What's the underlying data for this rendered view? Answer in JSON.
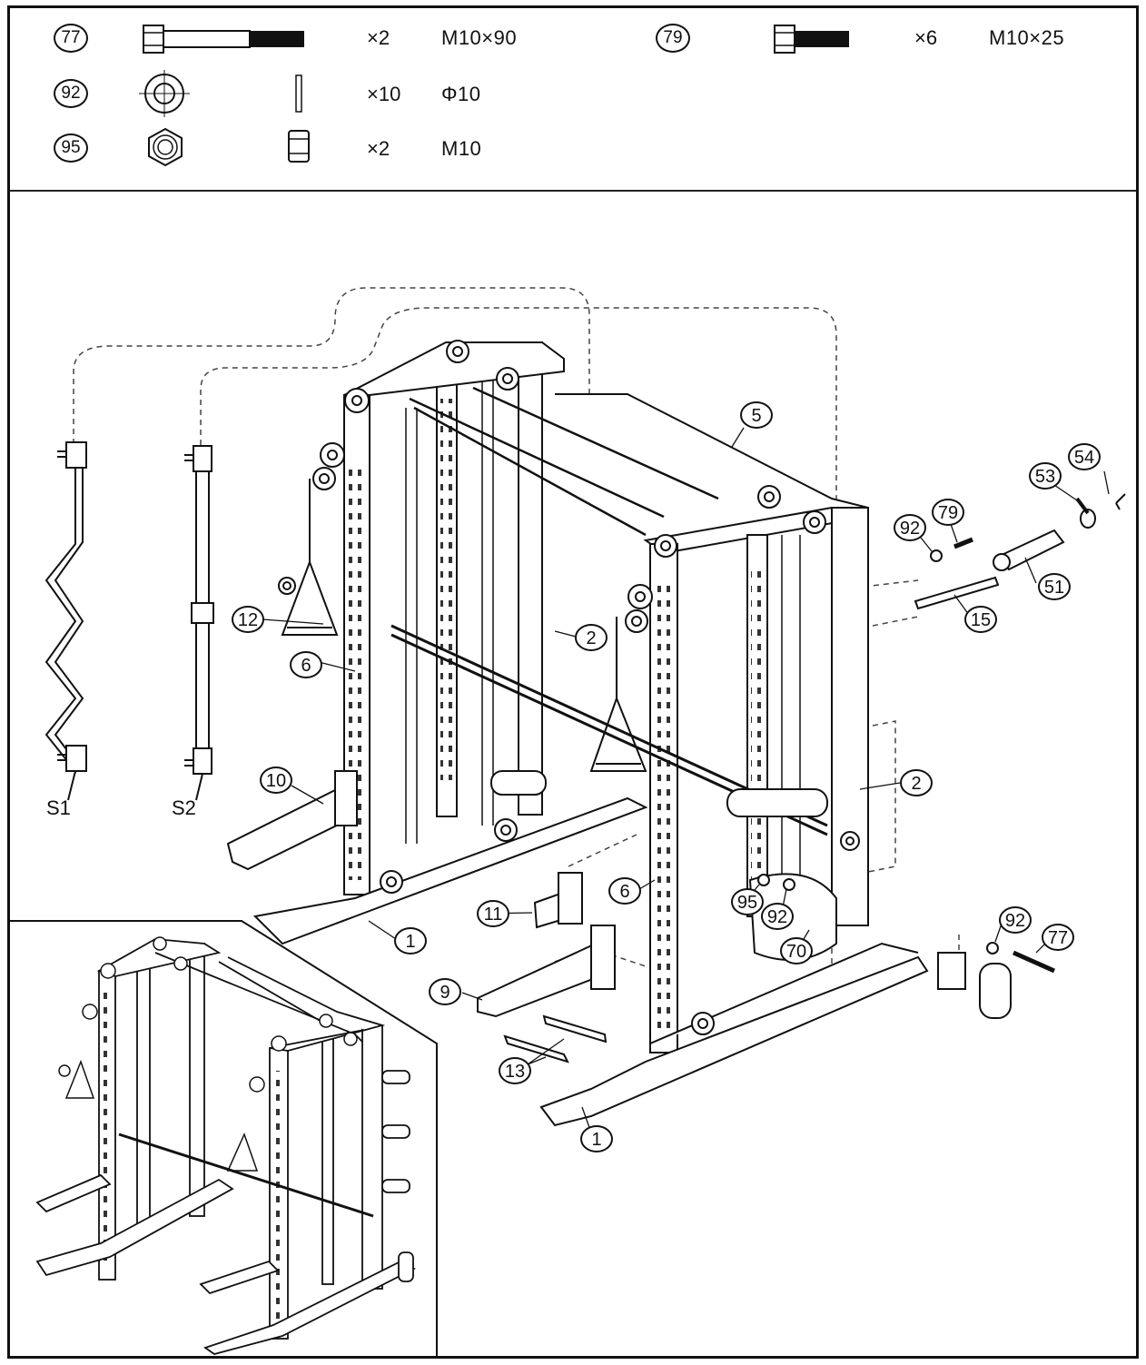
{
  "hardware": [
    {
      "part": "77",
      "qty": "×2",
      "spec": "M10×90"
    },
    {
      "part": "79",
      "qty": "×6",
      "spec": "M10×25"
    },
    {
      "part": "92",
      "qty": "×10",
      "spec": "Φ10"
    },
    {
      "part": "95",
      "qty": "×2",
      "spec": "M10"
    }
  ],
  "callouts": {
    "p5": "5",
    "p54": "54",
    "p53": "53",
    "p92a": "92",
    "p79": "79",
    "p51": "51",
    "p15": "15",
    "p12": "12",
    "p2a": "2",
    "p6a": "6",
    "p10": "10",
    "p2b": "2",
    "p6b": "6",
    "p11": "11",
    "p1a": "1",
    "p95": "95",
    "p92b": "92",
    "p70": "70",
    "p92c": "92",
    "p77": "77",
    "p9": "9",
    "p13": "13",
    "p1b": "1"
  },
  "bars": {
    "s1": "S1",
    "s2": "S2"
  }
}
